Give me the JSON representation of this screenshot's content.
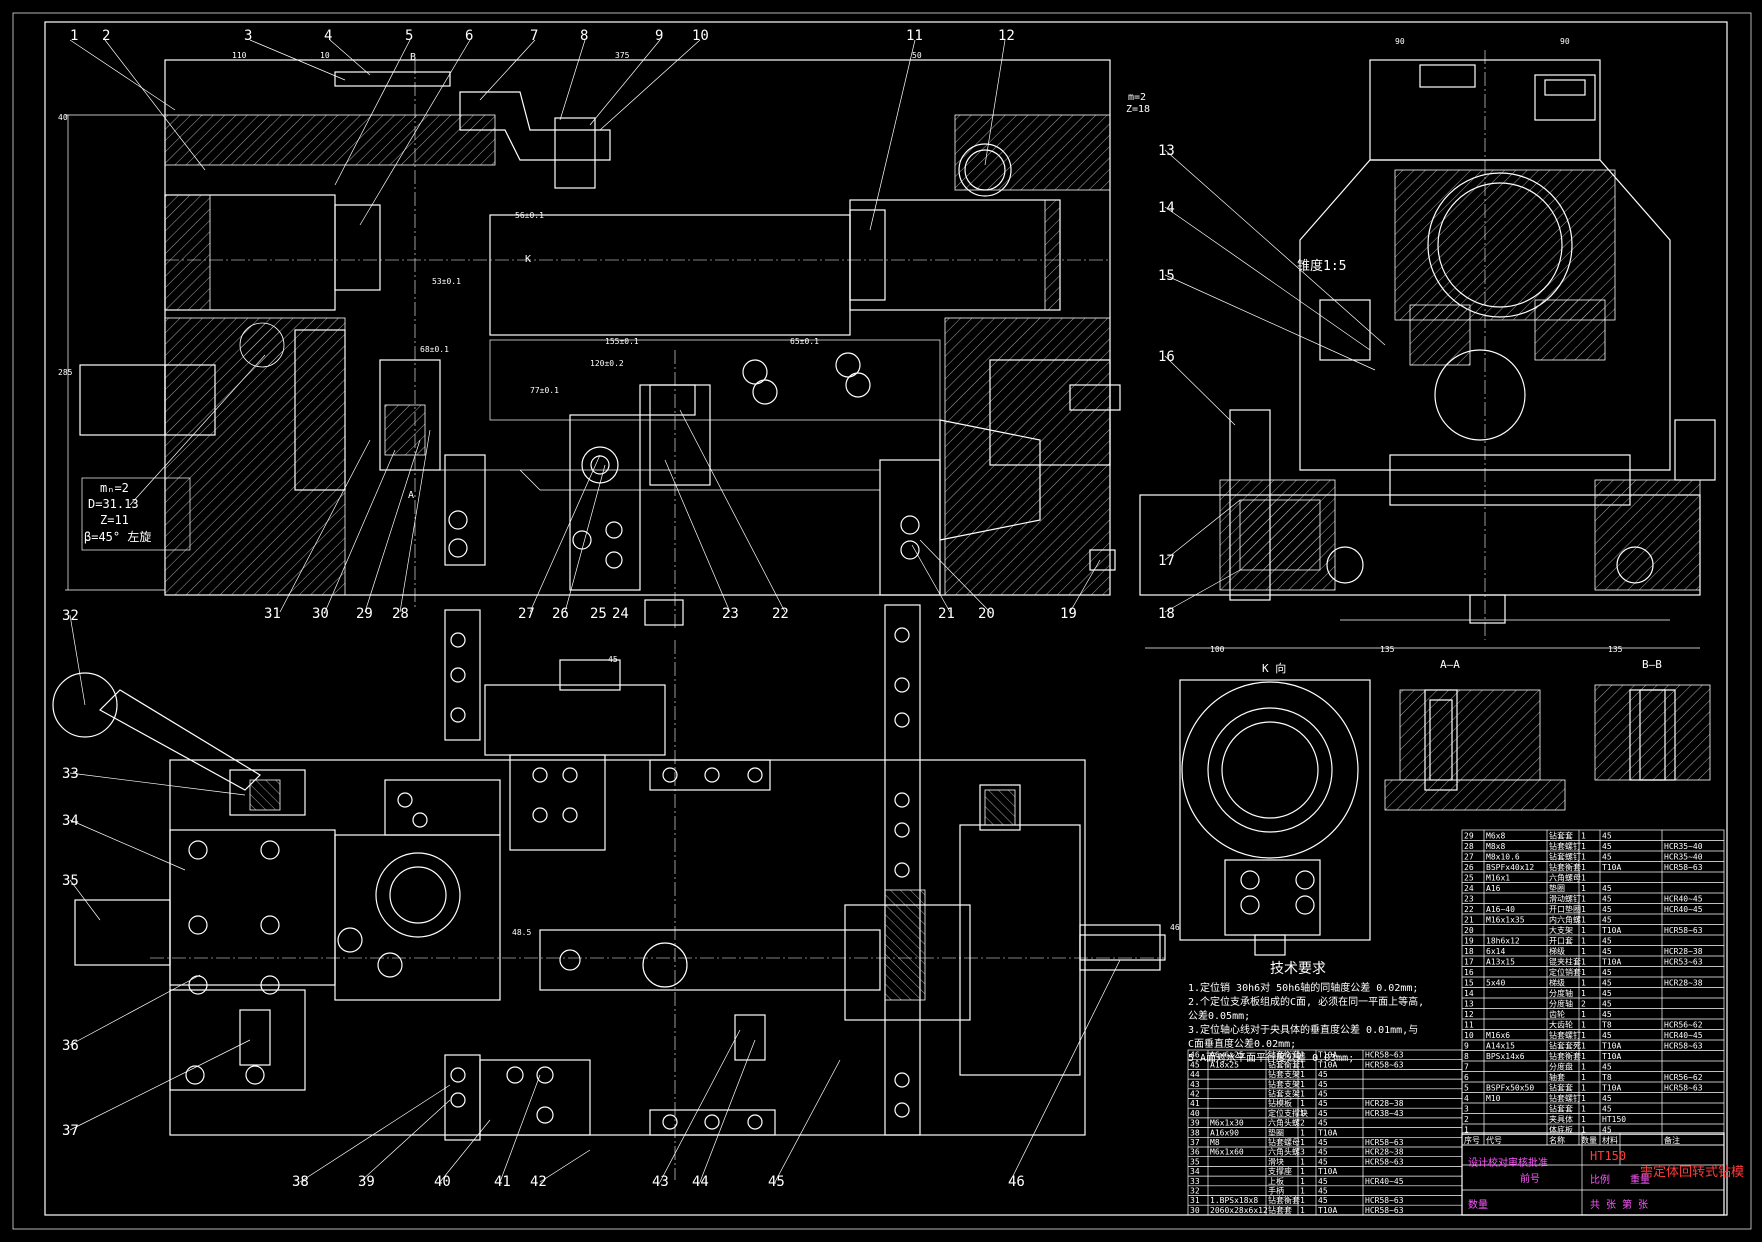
{
  "part_numbers_top": [
    "1",
    "2",
    "3",
    "4",
    "5",
    "6",
    "7",
    "8",
    "9",
    "10",
    "11",
    "12"
  ],
  "part_numbers_bottom_main": [
    "31",
    "30",
    "29",
    "28",
    "27",
    "26",
    "25",
    "24",
    "23",
    "22",
    "21",
    "20",
    "19"
  ],
  "part_numbers_side": [
    "13",
    "14",
    "15",
    "16",
    "17",
    "18"
  ],
  "part_numbers_left": [
    "32",
    "33",
    "34",
    "35",
    "36",
    "37"
  ],
  "part_numbers_bottom": [
    "38",
    "39",
    "40",
    "41",
    "42",
    "43",
    "44",
    "45",
    "46"
  ],
  "gear_spec": {
    "m": "mₙ=2",
    "D": "D=31.13",
    "Z": "Z=11",
    "beta": "β=45° 左旋"
  },
  "gear_spec_right": {
    "m": "m=2",
    "Z": "Z=18"
  },
  "taper_label": "锥度1:5",
  "view_labels": {
    "k": "K 向",
    "aa": "A—A",
    "bb": "B—B",
    "k_mark": "K",
    "a_mark": "A",
    "b_mark": "B"
  },
  "dims": {
    "d110": "110",
    "d10": "10",
    "d375": "375",
    "d50": "50",
    "d56": "56±0.1",
    "d53": "53±0.1",
    "d155": "155±0.1",
    "d65": "65±0.1",
    "d120": "120±0.2",
    "d77": "77±0.1",
    "d68": "68±0.1",
    "d90a": "90",
    "d90b": "90",
    "d100": "100",
    "d135a": "135",
    "d135b": "135",
    "d45": "45",
    "d285": "285",
    "d40": "40",
    "d46": "46",
    "d48": "48.5"
  },
  "tech_title": "技术要求",
  "tech_lines": [
    "1.定位销 30h6对 50h6轴的同轴度公差 0.02mm;",
    "2.个定位支承板组成的C面, 必须在同一平面上等高,",
    "公差0.05mm;",
    "3.定位轴心线对于央具体的垂直度公差 0.01mm,与",
    "C面垂直度公差0.02mm;",
    "5.A面对水平面平行度公差 0.03mm;"
  ],
  "bom_right": [
    [
      "29",
      "M6x8",
      "钻套套",
      "1",
      "45",
      ""
    ],
    [
      "28",
      "M8x8",
      "钻套螺钉",
      "1",
      "45",
      "HCR35~40"
    ],
    [
      "27",
      "M8x10.6",
      "钻套螺钉",
      "1",
      "45",
      "HCR35~40"
    ],
    [
      "26",
      "BSPFx40x12",
      "钻套衡套",
      "1",
      "T10A",
      "HCR58~63"
    ],
    [
      "25",
      "M16x1",
      "六角螺母",
      "1",
      "",
      ""
    ],
    [
      "24",
      "A16",
      "垫圈",
      "1",
      "45",
      ""
    ],
    [
      "23",
      "",
      "滑动螺钉",
      "1",
      "45",
      "HCR40~45"
    ],
    [
      "22",
      "A16~40",
      "开口垫圈",
      "1",
      "45",
      "HCR40~45"
    ],
    [
      "21",
      "M16x1x35",
      "内六角螺",
      "1",
      "45",
      ""
    ],
    [
      "20",
      "",
      "大支架",
      "1",
      "T10A",
      "HCR58~63"
    ],
    [
      "19",
      "18h6x12",
      "开口套",
      "1",
      "45",
      ""
    ],
    [
      "18",
      "6x14",
      "梯级",
      "1",
      "45",
      "HCR28~38"
    ],
    [
      "17",
      "A13x15",
      "锟夹柱套",
      "1",
      "T10A",
      "HCR53~63"
    ],
    [
      "16",
      "",
      "定位销套",
      "1",
      "45",
      ""
    ],
    [
      "15",
      "5x40",
      "梯级",
      "1",
      "45",
      "HCR28~38"
    ],
    [
      "14",
      "",
      "分度轴",
      "1",
      "45",
      ""
    ],
    [
      "13",
      "",
      "分度轴",
      "2",
      "45",
      ""
    ],
    [
      "12",
      "",
      "齿轮",
      "1",
      "45",
      ""
    ],
    [
      "11",
      "",
      "大齿轮",
      "1",
      "T8",
      "HCR56~62"
    ],
    [
      "10",
      "M16x6",
      "钻套螺钉",
      "1",
      "45",
      "HCR40~45"
    ],
    [
      "9",
      "A14x15",
      "钻套套死",
      "1",
      "T10A",
      "HCR58~63"
    ],
    [
      "8",
      "BPSx14x6",
      "钻套衡套",
      "1",
      "T10A",
      ""
    ],
    [
      "7",
      "",
      "分度盘",
      "1",
      "45",
      ""
    ],
    [
      "6",
      "",
      "轴套",
      "1",
      "T8",
      "HCR56~62"
    ],
    [
      "5",
      "BSPFx50x50",
      "钻套套",
      "1",
      "T10A",
      "HCR58~63"
    ],
    [
      "4",
      "M10",
      "钻套螺钉",
      "1",
      "45",
      ""
    ],
    [
      "3",
      "",
      "钻套套",
      "1",
      "45",
      ""
    ],
    [
      "2",
      "",
      "夹具体",
      "1",
      "HT150",
      ""
    ],
    [
      "1",
      "",
      "体底板",
      "1",
      "45",
      ""
    ]
  ],
  "bom_left": [
    [
      "46",
      "A6x6x25",
      "钻套衡套",
      "1",
      "T10A",
      "HCR58~63"
    ],
    [
      "45",
      "A18x25",
      "钻套衡套",
      "1",
      "T10A",
      "HCR58~63"
    ],
    [
      "44",
      "",
      "钻套支架",
      "1",
      "45",
      ""
    ],
    [
      "43",
      "",
      "钻套支架",
      "1",
      "45",
      ""
    ],
    [
      "42",
      "",
      "钻套支架",
      "1",
      "45",
      ""
    ],
    [
      "41",
      "",
      "钻模板",
      "1",
      "45",
      "HCR28~38"
    ],
    [
      "40",
      "",
      "定位支撑块",
      "1",
      "45",
      "HCR38~43"
    ],
    [
      "39",
      "M6x1x30",
      "六角头螺",
      "2",
      "45",
      ""
    ],
    [
      "38",
      "A16x90",
      "垫圈",
      "1",
      "T10A",
      ""
    ],
    [
      "37",
      "M8",
      "钻套螺母",
      "1",
      "45",
      "HCR58~63"
    ],
    [
      "36",
      "M6x1x60",
      "六角头螺",
      "3",
      "45",
      "HCR28~38"
    ],
    [
      "35",
      "",
      "滑块",
      "1",
      "45",
      "HCR58~63"
    ],
    [
      "34",
      "",
      "支撑座",
      "1",
      "T10A",
      ""
    ],
    [
      "33",
      "",
      "上板",
      "1",
      "45",
      "HCR40~45"
    ],
    [
      "32",
      "",
      "手柄",
      "1",
      "45",
      ""
    ],
    [
      "31",
      "1.BPSx18x8",
      "钻套衡套",
      "1",
      "45",
      "HCR58~63"
    ],
    [
      "30",
      "2060x28x6x12",
      "钻套套",
      "1",
      "T10A",
      "HCR58~63"
    ]
  ],
  "bom_header": [
    "序号",
    "代号",
    "名称",
    "数量",
    "材料",
    "备注"
  ],
  "title_block": {
    "material": "HT150",
    "name": "需定体回转式钻模",
    "left_text": "设计校对审核批准",
    "sub1": "前号",
    "sub2": "数量",
    "sub3": "共 张 第 张",
    "scale": "比例",
    "weight": "重量"
  },
  "colors": {
    "line": "#ffffff",
    "background": "#000000",
    "title_name": "#ff3b3b",
    "title_accent": "#ff55ff"
  }
}
